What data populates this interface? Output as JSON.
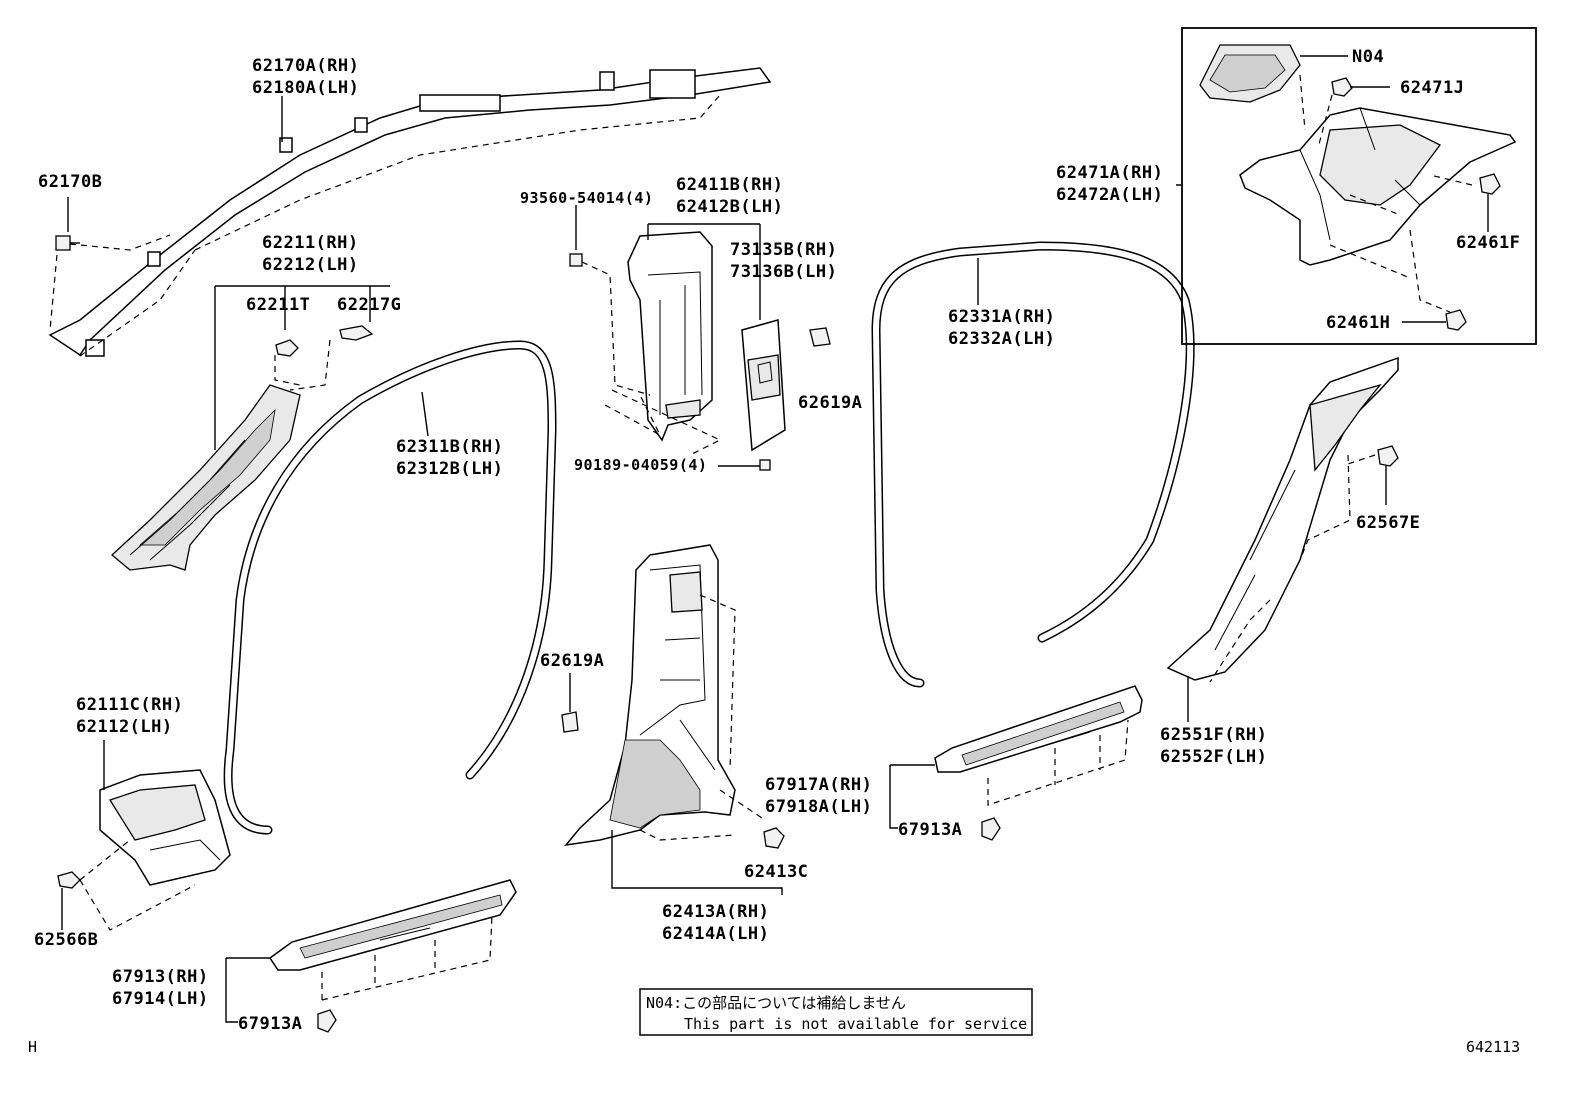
{
  "diagram": {
    "diagram_number": "642113",
    "corner_mark": "H",
    "note": {
      "line1": "N04:この部品については補給しません",
      "line2": "This part is not available for service"
    },
    "labels": {
      "p62170A": "62170A(RH)",
      "p62180A": "62180A(LH)",
      "p62170B": "62170B",
      "p62211": "62211(RH)",
      "p62212": "62212(LH)",
      "p62211T": "62211T",
      "p62217G": "62217G",
      "p93560": "93560-54014(4)",
      "p62411B": "62411B(RH)",
      "p62412B": "62412B(LH)",
      "p73135B": "73135B(RH)",
      "p73136B": "73136B(LH)",
      "p62619A_top": "62619A",
      "p90189": "90189-04059(4)",
      "p62311B": "62311B(RH)",
      "p62312B": "62312B(LH)",
      "p62331A": "62331A(RH)",
      "p62332A": "62332A(LH)",
      "pN04": "N04",
      "p62471J": "62471J",
      "p62471A": "62471A(RH)",
      "p62472A": "62472A(LH)",
      "p62461F": "62461F",
      "p62461H": "62461H",
      "p62567E": "62567E",
      "p62619A_mid": "62619A",
      "p62111C": "62111C(RH)",
      "p62112": "62112(LH)",
      "p62566B": "62566B",
      "p62413C": "62413C",
      "p62413A": "62413A(RH)",
      "p62414A": "62414A(LH)",
      "p67917A": "67917A(RH)",
      "p67918A": "67918A(LH)",
      "p67913A_right": "67913A",
      "p62551F": "62551F(RH)",
      "p62552F": "62552F(LH)",
      "p67913": "67913(RH)",
      "p67914": "67914(LH)",
      "p67913A_left": "67913A"
    }
  }
}
